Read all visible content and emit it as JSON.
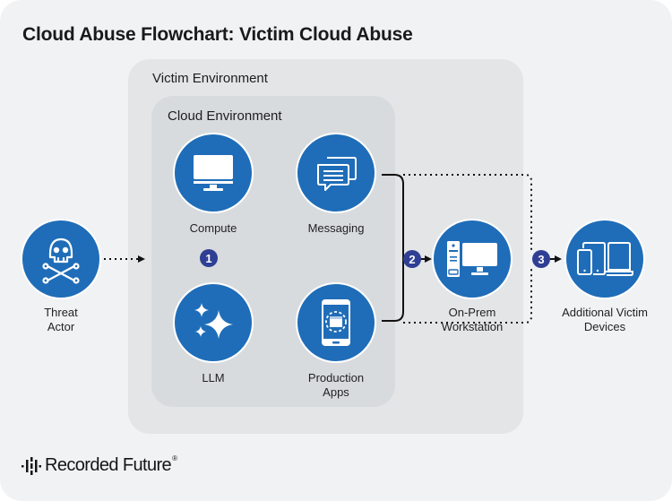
{
  "title": "Cloud Abuse Flowchart: Victim Cloud Abuse",
  "colors": {
    "background": "#f1f2f4",
    "victim_environment": "#e4e5e7",
    "cloud_environment": "#d8dbde",
    "node_fill": "#1f6db8",
    "badge_fill": "#2f3f94"
  },
  "environments": {
    "victim": {
      "label": "Victim Environment"
    },
    "cloud": {
      "label": "Cloud Environment"
    }
  },
  "nodes": {
    "threat_actor": {
      "label_line1": "Threat",
      "label_line2": "Actor",
      "icon": "skull-crossbones-icon"
    },
    "compute": {
      "label": "Compute",
      "icon": "monitor-icon"
    },
    "messaging": {
      "label": "Messaging",
      "icon": "chat-bubbles-icon"
    },
    "llm": {
      "label": "LLM",
      "icon": "sparkles-icon"
    },
    "production_apps": {
      "label_line1": "Production",
      "label_line2": "Apps",
      "icon": "mobile-app-icon"
    },
    "on_prem": {
      "label_line1": "On-Prem",
      "label_line2": "Workstation",
      "icon": "desktop-tower-icon"
    },
    "additional_devices": {
      "label_line1": "Additional Victim",
      "label_line2": "Devices",
      "icon": "multi-device-icon"
    }
  },
  "steps": [
    "1",
    "2",
    "3"
  ],
  "branding": {
    "name": "Recorded Future",
    "registered": "®"
  }
}
